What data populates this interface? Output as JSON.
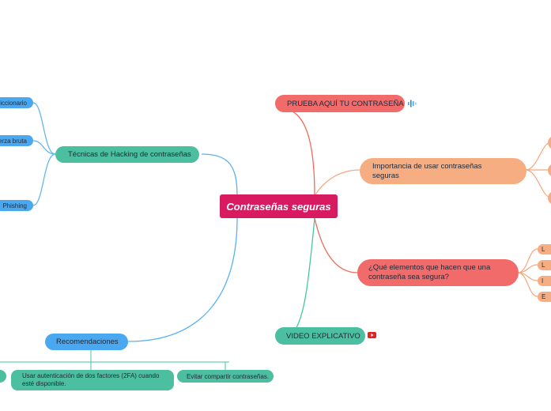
{
  "colors": {
    "center": "#d81b60",
    "red": "#f26b6b",
    "peach": "#f6ad81",
    "teal": "#4bbf9f",
    "blue": "#4aa8f0",
    "link_red": "#f06a5a",
    "link_peach": "#f6a77e",
    "link_teal": "#43c6a0",
    "link_blue": "#58b3ee",
    "youtube": "#e02424"
  },
  "central": {
    "label": "Contraseñas seguras"
  },
  "right": {
    "prueba": {
      "label": "PRUEBA AQUÍ TU CONTRASEÑA",
      "icon": "audio-wave-icon"
    },
    "importancia": {
      "label": "Importancia de usar contraseñas seguras"
    },
    "elementos": {
      "label": "¿Qué elementos que hacen que una contraseña sea segura?"
    },
    "elementos_children": [
      "L",
      "L",
      "I",
      "E"
    ],
    "video": {
      "label": "VIDEO EXPLICATIVO",
      "icon": "youtube-icon"
    }
  },
  "left": {
    "tecnicas": {
      "label": "Técnicas de Hacking de contraseñas",
      "children": [
        "Diccionario",
        "Fuerza bruta",
        "Phishing"
      ]
    },
    "recomendaciones": {
      "label": "Recomendaciones",
      "children": [
        "",
        "Usar autenticación de dos factores (2FA) cuando esté disponible.",
        "Evitar compartir contraseñas."
      ]
    }
  }
}
